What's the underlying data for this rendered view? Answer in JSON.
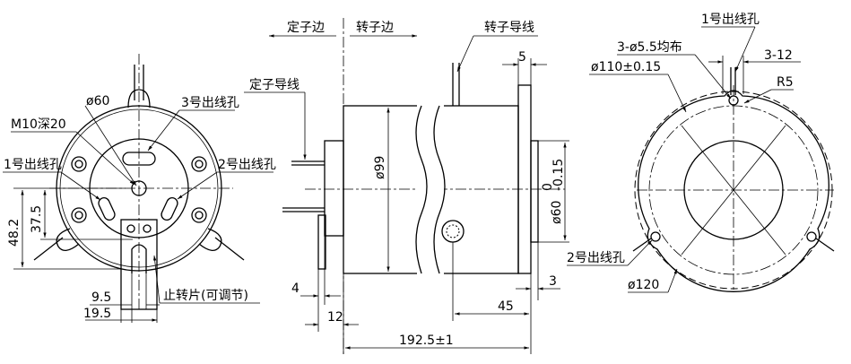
{
  "front_view": {
    "label_phi60": "ø60",
    "label_m10": "M10深20",
    "label_hole3": "3号出线孔",
    "label_hole1": "1号出线孔",
    "label_hole2": "2号出线孔",
    "dim_48_2": "48.2",
    "dim_37_5": "37.5",
    "dim_9_5": "9.5",
    "dim_19_5": "19.5",
    "label_stop": "止转片(可调节)"
  },
  "side_view": {
    "label_stator_side": "定子边",
    "label_rotor_side": "转子边",
    "label_rotor_lead": "转子导线",
    "label_stator_lead": "定子导线",
    "dim_5": "5",
    "dim_phi99": "ø99",
    "dim_phi60": "ø60",
    "dim_phi60_tol_upper": "0",
    "dim_phi60_tol_lower": "-0.15",
    "dim_4": "4",
    "dim_3": "3",
    "dim_12": "12",
    "dim_45": "45",
    "dim_length": "192.5±1"
  },
  "rear_view": {
    "label_hole1": "1号出线孔",
    "label_holes": "3-ø5.5均布",
    "label_3_12": "3-12",
    "label_phi110": "ø110±0.15",
    "label_r5": "R5",
    "label_hole2": "2号出线孔",
    "label_phi120": "ø120"
  }
}
